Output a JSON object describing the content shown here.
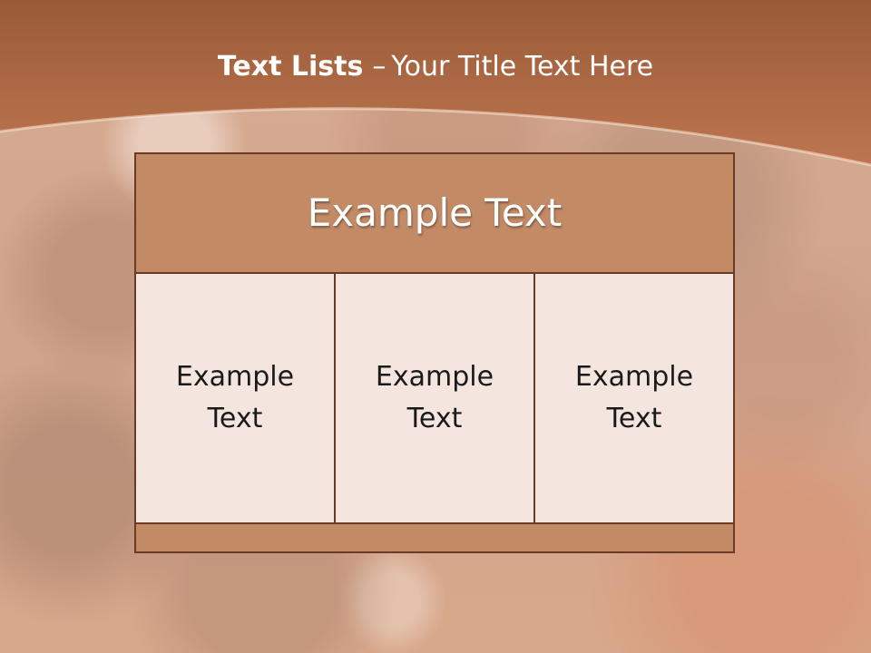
{
  "slide": {
    "title_bold": "Text Lists",
    "title_dash": "–",
    "title_rest": "Your Title Text Here"
  },
  "table": {
    "header": "Example Text",
    "cells": [
      {
        "text": "Example Text"
      },
      {
        "text": "Example Text"
      },
      {
        "text": "Example Text"
      }
    ]
  },
  "colors": {
    "header_band": "#b56a43",
    "table_header": "#c38a66",
    "table_border": "#6b3a24",
    "cell_background": "#f4e6df"
  }
}
